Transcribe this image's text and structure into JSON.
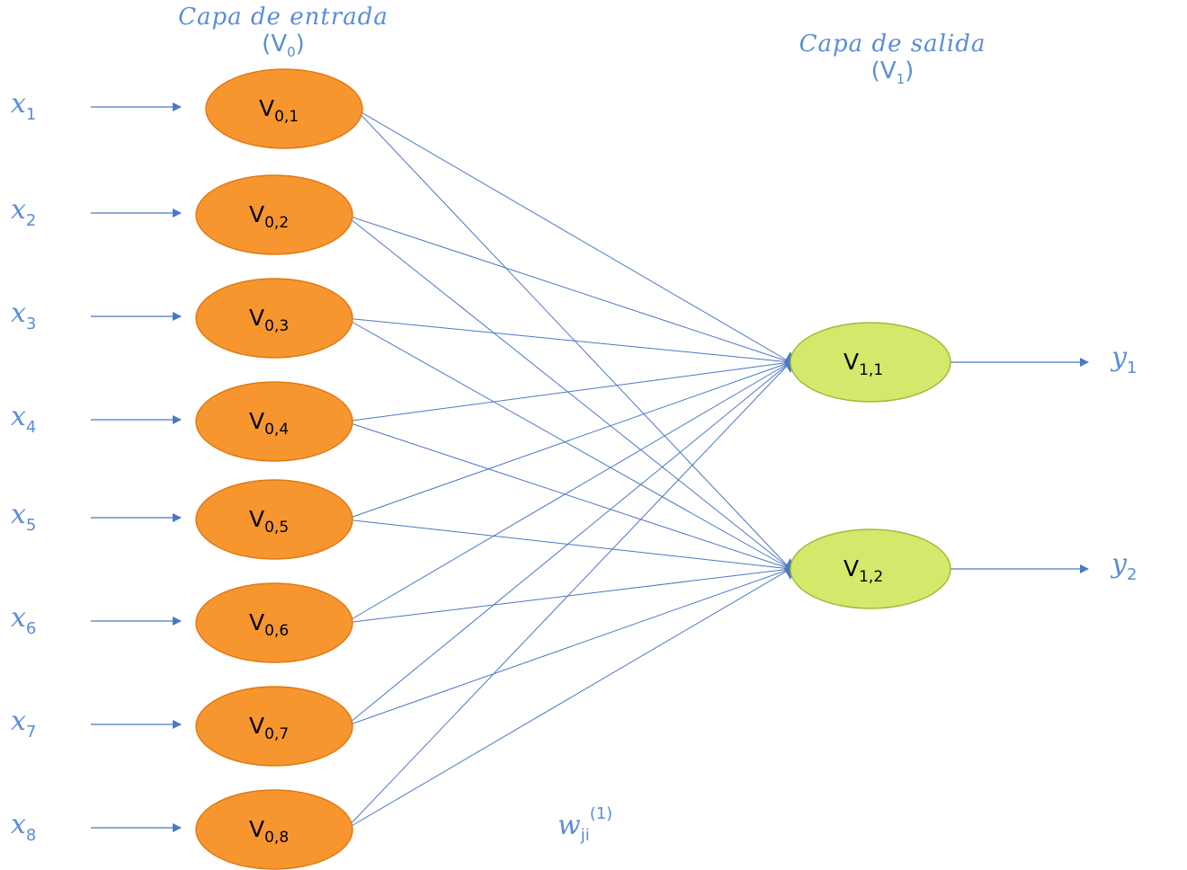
{
  "input_layer": {
    "title": "Capa de entrada",
    "symbol": "V",
    "symbol_sub": "0"
  },
  "output_layer": {
    "title": "Capa de salida",
    "symbol": "V",
    "symbol_sub": "1"
  },
  "inputs": [
    {
      "var": "x",
      "sub": "1"
    },
    {
      "var": "x",
      "sub": "2"
    },
    {
      "var": "x",
      "sub": "3"
    },
    {
      "var": "x",
      "sub": "4"
    },
    {
      "var": "x",
      "sub": "5"
    },
    {
      "var": "x",
      "sub": "6"
    },
    {
      "var": "x",
      "sub": "7"
    },
    {
      "var": "x",
      "sub": "8"
    }
  ],
  "input_nodes": [
    {
      "label": "V",
      "sub": "0,1"
    },
    {
      "label": "V",
      "sub": "0,2"
    },
    {
      "label": "V",
      "sub": "0,3"
    },
    {
      "label": "V",
      "sub": "0,4"
    },
    {
      "label": "V",
      "sub": "0,5"
    },
    {
      "label": "V",
      "sub": "0,6"
    },
    {
      "label": "V",
      "sub": "0,7"
    },
    {
      "label": "V",
      "sub": "0,8"
    }
  ],
  "output_nodes": [
    {
      "label": "V",
      "sub": "1,1"
    },
    {
      "label": "V",
      "sub": "1,2"
    }
  ],
  "outputs": [
    {
      "var": "y",
      "sub": "1"
    },
    {
      "var": "y",
      "sub": "2"
    }
  ],
  "weight_label": {
    "var": "w",
    "sub": "ji",
    "sup": "(1)"
  },
  "colors": {
    "input_node_fill": "#f7962e",
    "input_node_stroke": "#e07a14",
    "output_node_fill": "#d4e86b",
    "output_node_stroke": "#9fbc3a",
    "line": "#4a78c4",
    "text_accent": "#5b8dd6"
  }
}
